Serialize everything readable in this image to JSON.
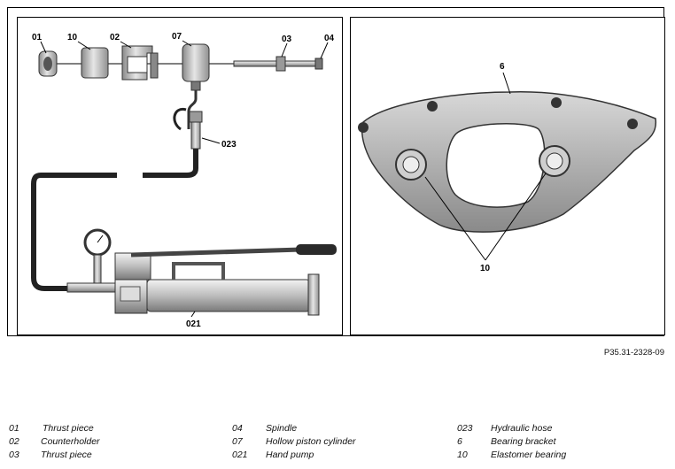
{
  "figure_code": "P35.31-2328-09",
  "left_callouts": {
    "c01": "01",
    "c10": "10",
    "c02": "02",
    "c07": "07",
    "c03": "03",
    "c04": "04",
    "c023": "023",
    "c021": "021"
  },
  "right_callouts": {
    "c6": "6",
    "c10": "10"
  },
  "legend": [
    {
      "code": "01",
      "desc": "Thrust piece"
    },
    {
      "code": "02",
      "desc": "Counterholder"
    },
    {
      "code": "03",
      "desc": "Thrust piece"
    },
    {
      "code": "04",
      "desc": "Spindle"
    },
    {
      "code": "07",
      "desc": "Hollow piston cylinder"
    },
    {
      "code": "021",
      "desc": "Hand pump"
    },
    {
      "code": "023",
      "desc": "Hydraulic hose"
    },
    {
      "code": "6",
      "desc": "Bearing bracket"
    },
    {
      "code": "10",
      "desc": "Elastomer bearing"
    }
  ],
  "colors": {
    "line": "#000000",
    "part_light": "#d9d9d9",
    "part_mid": "#a8a8a8",
    "part_dark": "#4a4a4a",
    "bracket": "#b9b9b9"
  }
}
